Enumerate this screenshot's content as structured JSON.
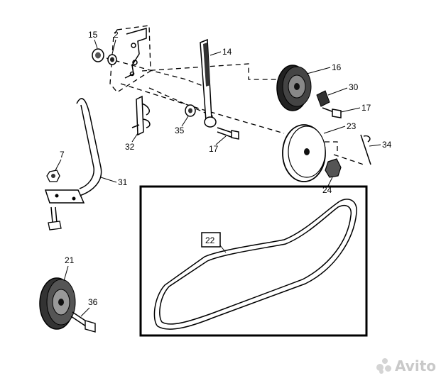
{
  "callouts": {
    "c15": "15",
    "c2": "2",
    "c14": "14",
    "c16": "16",
    "c30": "30",
    "c17a": "17",
    "c23": "23",
    "c34": "34",
    "c24": "24",
    "c35": "35",
    "c17b": "17",
    "c32": "32",
    "c7": "7",
    "c31": "31",
    "c22": "22",
    "c21": "21",
    "c36": "36"
  },
  "watermark": {
    "text": "Avito"
  },
  "colors": {
    "ink": "#000000",
    "watermark": "#c9c9c9"
  }
}
